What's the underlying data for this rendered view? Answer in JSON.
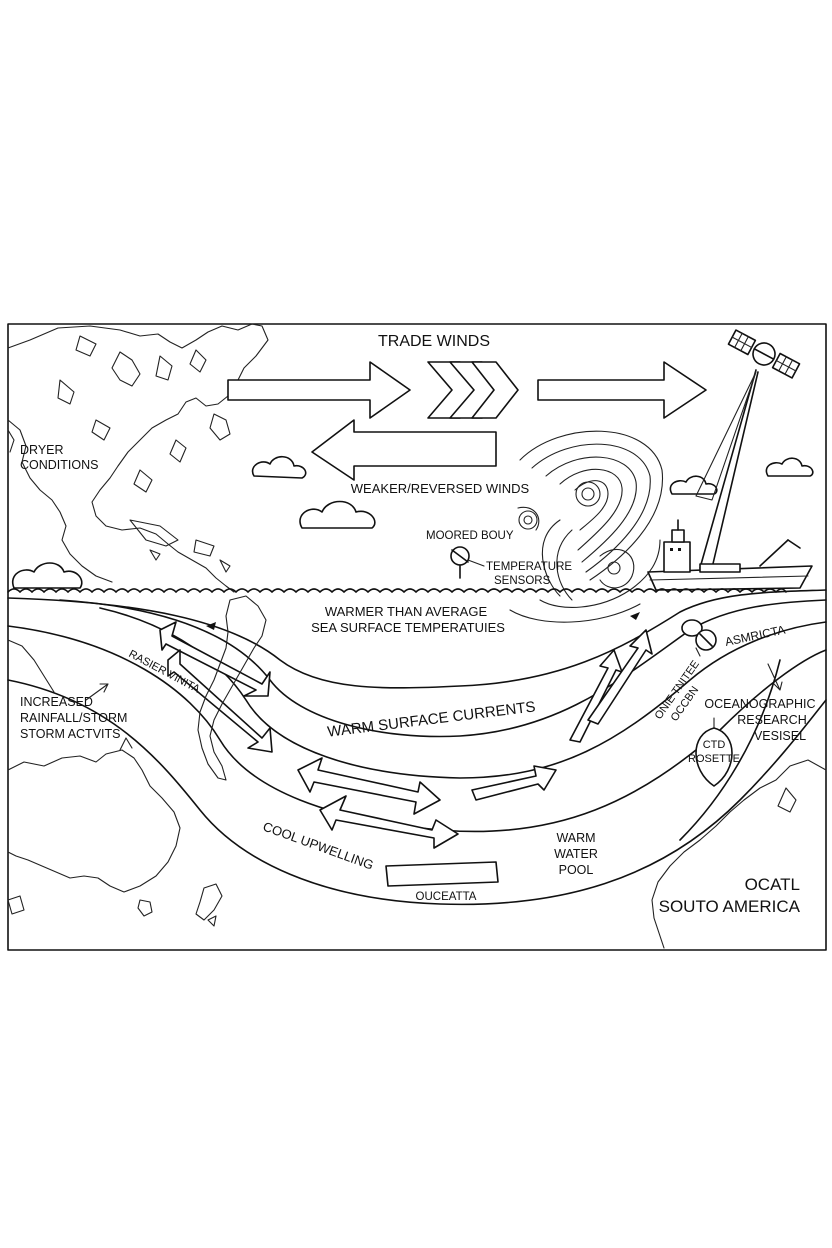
{
  "labels": {
    "trade_winds": "TRADE WINDS",
    "dryer_conditions_1": "DRYER",
    "dryer_conditions_2": "CONDITIONS",
    "weaker_reversed_winds": "WEAKER/REVERSED WINDS",
    "moored_buoy": "MOORED BOUY",
    "temperature_sensors_1": "TEMPERATURE",
    "temperature_sensors_2": "SENSORS",
    "warmer_sst_1": "WARMER THAN AVERAGE",
    "warmer_sst_2": "SEA SURFACE TEMPERATUIES",
    "rasier_vinta": "RASIER VINITA",
    "increased_rainfall_1": "INCREASED",
    "increased_rainfall_2": "RAINFALL/STORM",
    "increased_rainfall_3": "STORM ACTVITS",
    "warm_surface_currents": "WARM SURFACE CURRENTS",
    "asmricta": "ASMRICTA",
    "onie_tintee_1": "ONIE TNITEE",
    "onie_tintee_2": "OCCBN",
    "oceanographic_1": "OCEANOGRAPHIC",
    "oceanographic_2": "RESEARCH",
    "oceanographic_3": "VESISEL",
    "ctd_rosette_1": "CTD",
    "ctd_rosette_2": "ROSETTE",
    "cool_upwelling": "COOL UPWELLING",
    "warm_water_pool_1": "WARM",
    "warm_water_pool_2": "WATER",
    "warm_water_pool_3": "POOL",
    "oucenta": "OUCEATTA",
    "ocatl": "OCATL",
    "south_america": "SOUTO AMERICA"
  },
  "icons": [
    "satellite-icon",
    "research-ship-icon",
    "moored-buoy-icon",
    "ctd-rosette-icon",
    "cloud-icon",
    "storm-swirl-icon"
  ],
  "colors": {
    "ink": "#111111",
    "paper": "#ffffff"
  }
}
